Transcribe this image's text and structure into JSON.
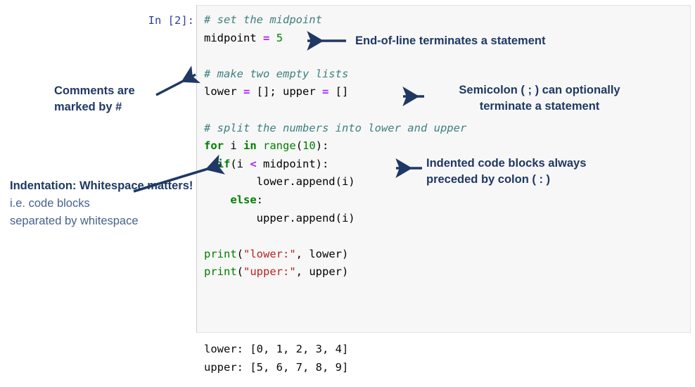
{
  "notebook": {
    "input_prompt": "In [2]:",
    "cell_background": "#f7f7f7",
    "cell_border": "#e3e3e3"
  },
  "code": {
    "lines": [
      {
        "id": "line-1",
        "tokens": [
          {
            "t": "# set the midpoint",
            "k": "comment"
          }
        ]
      },
      {
        "id": "line-2",
        "tokens": [
          {
            "t": "midpoint ",
            "k": "plain"
          },
          {
            "t": "=",
            "k": "operator"
          },
          {
            "t": " ",
            "k": "plain"
          },
          {
            "t": "5",
            "k": "number"
          }
        ]
      },
      {
        "id": "line-3",
        "tokens": [
          {
            "t": "",
            "k": "plain"
          }
        ]
      },
      {
        "id": "line-4",
        "tokens": [
          {
            "t": "# make two empty lists",
            "k": "comment"
          }
        ]
      },
      {
        "id": "line-5",
        "tokens": [
          {
            "t": "lower ",
            "k": "plain"
          },
          {
            "t": "=",
            "k": "operator"
          },
          {
            "t": " []; upper ",
            "k": "plain"
          },
          {
            "t": "=",
            "k": "operator"
          },
          {
            "t": " []",
            "k": "plain"
          }
        ]
      },
      {
        "id": "line-6",
        "tokens": [
          {
            "t": "",
            "k": "plain"
          }
        ]
      },
      {
        "id": "line-7",
        "tokens": [
          {
            "t": "# split the numbers into lower and upper",
            "k": "comment"
          }
        ]
      },
      {
        "id": "line-8",
        "tokens": [
          {
            "t": "for",
            "k": "keyword"
          },
          {
            "t": " i ",
            "k": "plain"
          },
          {
            "t": "in",
            "k": "keyword"
          },
          {
            "t": " ",
            "k": "plain"
          },
          {
            "t": "range",
            "k": "builtin"
          },
          {
            "t": "(",
            "k": "plain"
          },
          {
            "t": "10",
            "k": "number"
          },
          {
            "t": "):",
            "k": "plain"
          }
        ]
      },
      {
        "id": "line-9",
        "tokens": [
          {
            "t": "  ",
            "k": "plain"
          },
          {
            "t": "if",
            "k": "keyword"
          },
          {
            "t": "(i ",
            "k": "plain"
          },
          {
            "t": "<",
            "k": "operator"
          },
          {
            "t": " midpoint):",
            "k": "plain"
          }
        ]
      },
      {
        "id": "line-10",
        "tokens": [
          {
            "t": "        lower.append(i)",
            "k": "plain"
          }
        ]
      },
      {
        "id": "line-11",
        "tokens": [
          {
            "t": "    ",
            "k": "plain"
          },
          {
            "t": "else",
            "k": "keyword"
          },
          {
            "t": ":",
            "k": "plain"
          }
        ]
      },
      {
        "id": "line-12",
        "tokens": [
          {
            "t": "        upper.append(i)",
            "k": "plain"
          }
        ]
      },
      {
        "id": "line-13",
        "tokens": [
          {
            "t": "",
            "k": "plain"
          }
        ]
      },
      {
        "id": "line-14",
        "tokens": [
          {
            "t": "print",
            "k": "builtin"
          },
          {
            "t": "(",
            "k": "plain"
          },
          {
            "t": "\"lower:\"",
            "k": "string"
          },
          {
            "t": ", lower)",
            "k": "plain"
          }
        ]
      },
      {
        "id": "line-15",
        "tokens": [
          {
            "t": "print",
            "k": "builtin"
          },
          {
            "t": "(",
            "k": "plain"
          },
          {
            "t": "\"upper:\"",
            "k": "string"
          },
          {
            "t": ", upper)",
            "k": "plain"
          }
        ]
      }
    ],
    "colors": {
      "comment": "#408080",
      "keyword": "#008000",
      "builtin": "#008000",
      "number": "#008000",
      "string": "#ba2121",
      "operator": "#aa22ff",
      "plain": "#000000"
    }
  },
  "output": {
    "lines": [
      "lower: [0, 1, 2, 3, 4]",
      "upper: [5, 6, 7, 8, 9]"
    ]
  },
  "annotations": {
    "accent_color": "#1f3864",
    "end_of_line": "End-of-line terminates a statement",
    "semicolon_l1": "Semicolon ( ; ) can optionally",
    "semicolon_l2": "terminate a statement",
    "indented_blocks_l1": "Indented code blocks always",
    "indented_blocks_l2": "preceded by colon ( : )",
    "comments_l1": "Comments are",
    "comments_l2": "marked by #",
    "whitespace_bold": "Indentation: Whitespace matters!",
    "whitespace_rest_l1": " i.e. code blocks",
    "whitespace_rest_l2": "separated by whitespace"
  }
}
